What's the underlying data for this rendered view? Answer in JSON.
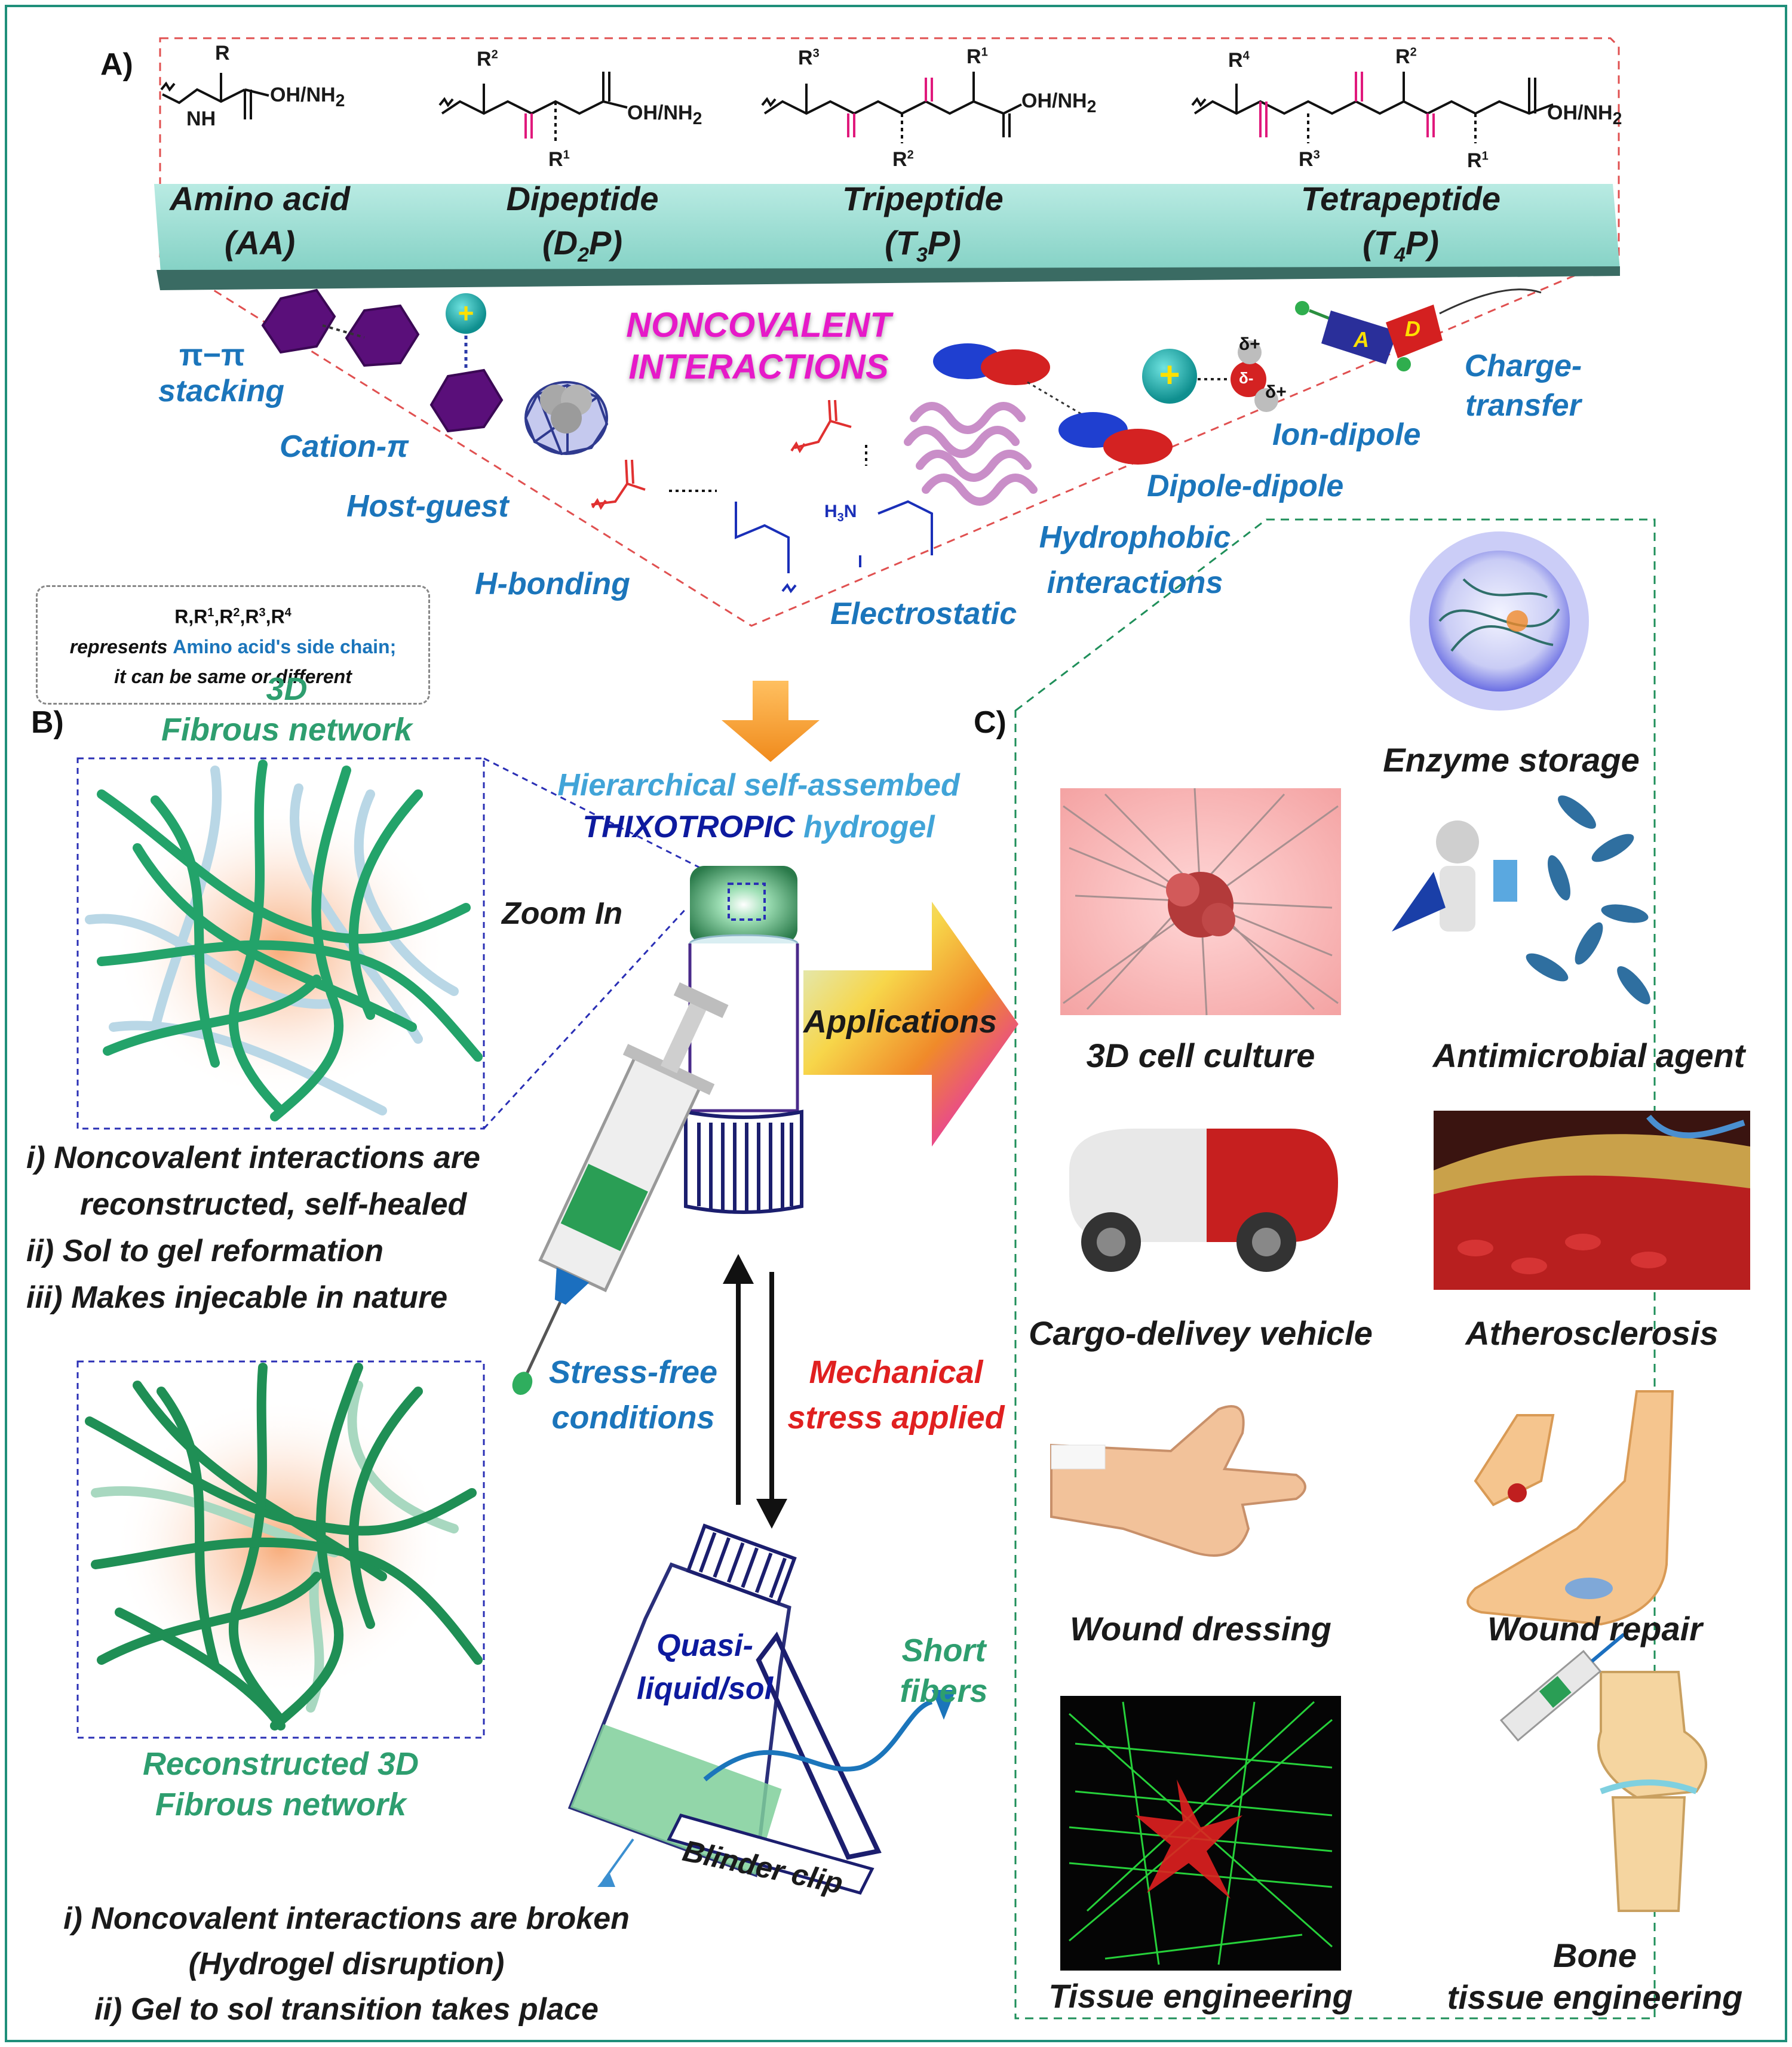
{
  "panels": {
    "a": "A)",
    "b": "B)",
    "c": "C)"
  },
  "peptides": [
    {
      "name": "Amino acid",
      "abbr": "(AA)"
    },
    {
      "name": "Dipeptide",
      "abbr": "(D",
      "sub": "2",
      "tail": "P)"
    },
    {
      "name": "Tripeptide",
      "abbr": "(T",
      "sub": "3",
      "tail": "P)"
    },
    {
      "name": "Tetrapeptide",
      "abbr": "(T",
      "sub": "4",
      "tail": "P)"
    }
  ],
  "structure_labels": {
    "terminal": "OH/NH",
    "terminal_sub": "2",
    "r": "R",
    "r1": "R",
    "r2": "R",
    "r3": "R",
    "r4": "R",
    "sup1": "1",
    "sup2": "2",
    "sup3": "3",
    "sup4": "4",
    "nh": "N",
    "h": "H",
    "o": "O"
  },
  "noncovalent": {
    "line1": "NONCOVALENT",
    "line2": "INTERACTIONS"
  },
  "interactions": {
    "pi_pi_sym": "π−π",
    "pi_pi": "stacking",
    "cation_pi": "Cation-π",
    "host_guest": "Host-guest",
    "h_bonding": "H-bonding",
    "electrostatic": "Electrostatic",
    "hydrophobic_1": "Hydrophobic",
    "hydrophobic_2": "interactions",
    "dipole_dipole": "Dipole-dipole",
    "ion_dipole": "Ion-dipole",
    "charge_transfer_1": "Charge-",
    "charge_transfer_2": "transfer",
    "acceptor": "A",
    "donor": "D",
    "delta_plus": "δ+",
    "delta_minus": "δ-",
    "h3n": "H",
    "h3n_sub": "3",
    "h3n_tail": "N"
  },
  "legend": {
    "line1": "R,R",
    "line1_rest": ",R",
    "line2_a": "represents ",
    "line2_b": "Amino acid's side chain;",
    "line3": "it can be same or different"
  },
  "panel_b": {
    "title_1": "3D",
    "title_2": "Fibrous network",
    "arrow_line1": "Hierarchical  self-assembed",
    "arrow_line2a": "THIXOTROPIC",
    "arrow_line2b": " hydrogel",
    "zoom_in": "Zoom In",
    "applications": "Applications",
    "list_top": [
      "i) Noncovalent interactions are",
      "reconstructed, self-healed",
      "ii) Sol to gel reformation",
      "iii) Makes injecable in nature"
    ],
    "stress_free_1": "Stress-free",
    "stress_free_2": "conditions",
    "stress_applied_1": "Mechanical",
    "stress_applied_2": "stress applied",
    "reconstructed_1": "Reconstructed 3D",
    "reconstructed_2": "Fibrous network",
    "quasi_1": "Quasi-",
    "quasi_2": "liquid/sol",
    "short_1": "Short",
    "short_2": "fibers",
    "binder": "Blinder clip",
    "list_bottom": [
      "i) Noncovalent interactions are broken",
      "(Hydrogel disruption)",
      "ii) Gel to sol transition takes place"
    ]
  },
  "applications": [
    "Enzyme storage",
    "3D cell culture",
    "Antimicrobial agent",
    "Cargo-delivey vehicle",
    "Atherosclerosis",
    "Wound dressing",
    "Wound repair",
    "Tissue engineering",
    "Bone",
    "tissue engineering"
  ],
  "colors": {
    "frame": "#1f8f7a",
    "peptide_bar": "#9fdcd2",
    "label_blue": "#1b75bb",
    "label_green": "#2e9e6f",
    "magenta": "#e619c8",
    "red": "#e02020",
    "navy": "#0d1a9e"
  }
}
